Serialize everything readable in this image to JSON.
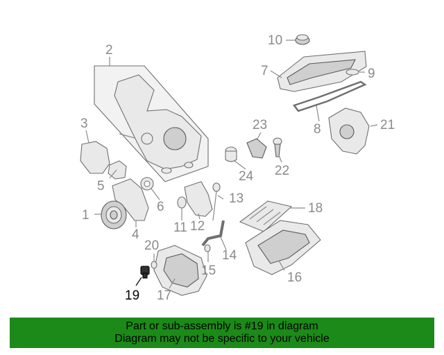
{
  "callouts": [
    "1",
    "2",
    "3",
    "4",
    "5",
    "6",
    "7",
    "8",
    "9",
    "10",
    "11",
    "12",
    "13",
    "14",
    "15",
    "16",
    "17",
    "18",
    "19",
    "20",
    "21",
    "22",
    "23",
    "24"
  ],
  "highlight": "19",
  "colors": {
    "banner": "#1c8a18",
    "callout": "#8a8a8a",
    "highlight": "#000000"
  },
  "banner": {
    "line1": "Part or sub-assembly is #19 in diagram",
    "line2": "Diagram may not be specific to your vehicle"
  }
}
